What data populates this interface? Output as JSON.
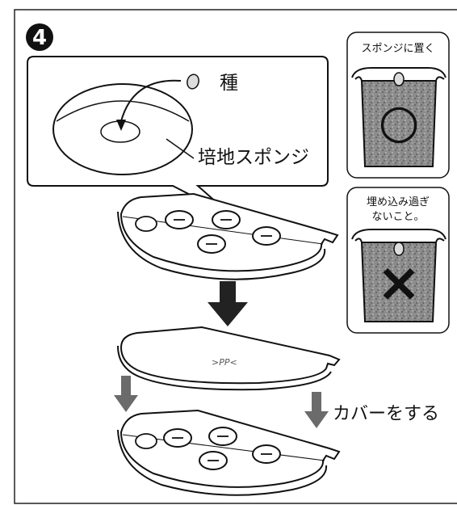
{
  "step": {
    "number": "4"
  },
  "zoom_callout": {
    "seed_label": "種",
    "sponge_label": "培地スポンジ"
  },
  "side_panels": {
    "correct": {
      "caption": "スポンジに置く",
      "mark": "○"
    },
    "wrong": {
      "caption_line1": "埋め込み過ぎ",
      "caption_line2": "ないこと。",
      "mark": "×"
    }
  },
  "cover": {
    "pp_mark": ">PP<",
    "instruction": "カバーをする"
  },
  "colors": {
    "frame": "#222222",
    "arrow_dark": "#222222",
    "arrow_gray": "#6b6b6b",
    "sponge": "#8a8a8a",
    "tray_fill": "#ffffff"
  }
}
